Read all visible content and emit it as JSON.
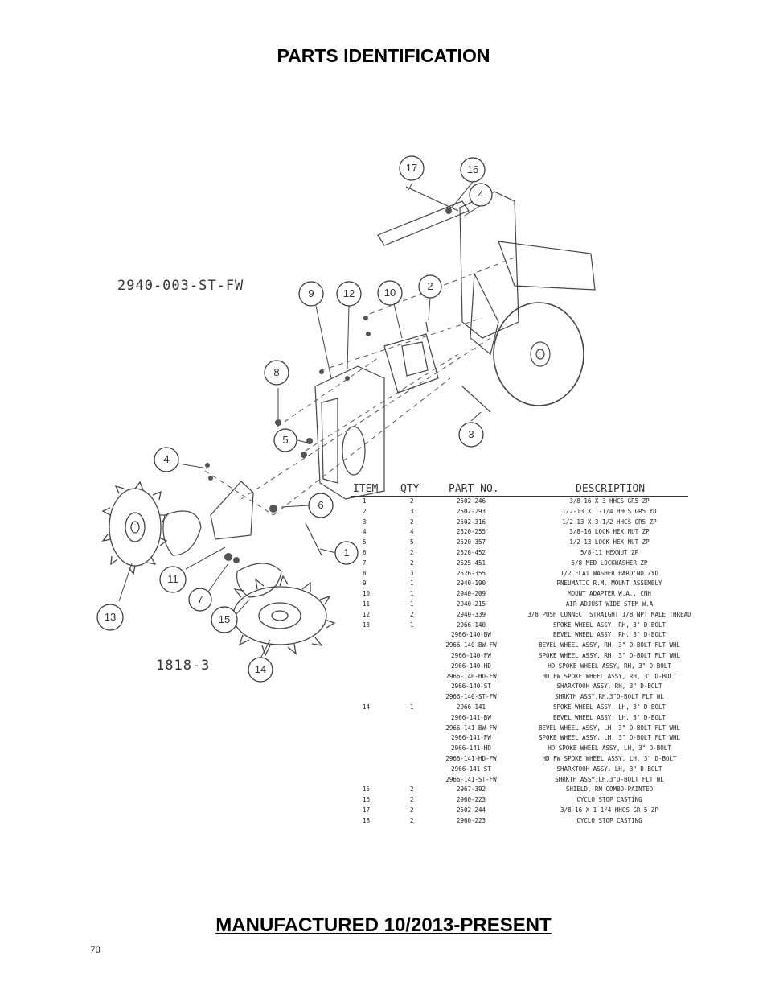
{
  "page": {
    "title": "PARTS IDENTIFICATION",
    "footer": "MANUFACTURED 10/2013-PRESENT",
    "page_number": "70"
  },
  "diagram": {
    "assembly_label": "2940-003-ST-FW",
    "drawing_number": "1818-3",
    "callouts": [
      "17",
      "16",
      "4",
      "9",
      "12",
      "10",
      "2",
      "8",
      "5",
      "3",
      "4",
      "6",
      "1",
      "11",
      "7",
      "13",
      "15",
      "14"
    ]
  },
  "parts_table": {
    "headers": {
      "item": "ITEM",
      "qty": "QTY",
      "part_no": "PART NO.",
      "description": "DESCRIPTION"
    },
    "rows": [
      {
        "item": "1",
        "qty": "2",
        "part": "2502-246",
        "desc": "3/8-16 X 3 HHCS GR5 ZP"
      },
      {
        "item": "2",
        "qty": "3",
        "part": "2502-293",
        "desc": "1/2-13 X 1-1/4 HHCS GR5 YD"
      },
      {
        "item": "3",
        "qty": "2",
        "part": "2502-316",
        "desc": "1/2-13 X 3-1/2 HHCS GR5 ZP"
      },
      {
        "item": "4",
        "qty": "4",
        "part": "2520-255",
        "desc": "3/8-16 LOCK HEX NUT ZP"
      },
      {
        "item": "5",
        "qty": "5",
        "part": "2520-357",
        "desc": "1/2-13 LOCK HEX NUT ZP"
      },
      {
        "item": "6",
        "qty": "2",
        "part": "2520-452",
        "desc": "5/8-11 HEXNUT ZP"
      },
      {
        "item": "7",
        "qty": "2",
        "part": "2525-451",
        "desc": "5/8 MED LOCKWASHER ZP"
      },
      {
        "item": "8",
        "qty": "3",
        "part": "2526-355",
        "desc": "1/2 FLAT WASHER HARD'ND ZYD"
      },
      {
        "item": "9",
        "qty": "1",
        "part": "2940-190",
        "desc": "PNEUMATIC R.M. MOUNT ASSEMBLY"
      },
      {
        "item": "10",
        "qty": "1",
        "part": "2940-209",
        "desc": "MOUNT ADAPTER W.A., CNH"
      },
      {
        "item": "11",
        "qty": "1",
        "part": "2940-215",
        "desc": "AIR ADJUST WIDE STEM W.A"
      },
      {
        "item": "12",
        "qty": "2",
        "part": "2940-339",
        "desc": "3/8 PUSH CONNECT STRAIGHT 1/8 NPT MALE THREAD"
      },
      {
        "item": "13",
        "qty": "1",
        "part": "2966-140",
        "desc": "SPOKE WHEEL ASSY, RH, 3\" D-BOLT"
      },
      {
        "item": "",
        "qty": "",
        "part": "2966-140-BW",
        "desc": "BEVEL WHEEL ASSY, RH, 3\" D-BOLT"
      },
      {
        "item": "",
        "qty": "",
        "part": "2966-140-BW-FW",
        "desc": "BEVEL WHEEL ASSY, RH, 3\" D-BOLT FLT WHL"
      },
      {
        "item": "",
        "qty": "",
        "part": "2966-140-FW",
        "desc": "SPOKE WHEEL ASSY, RH, 3\" D-BOLT FLT WHL"
      },
      {
        "item": "",
        "qty": "",
        "part": "2966-140-HD",
        "desc": "HD SPOKE WHEEL ASSY, RH, 3\" D-BOLT"
      },
      {
        "item": "",
        "qty": "",
        "part": "2966-140-HD-FW",
        "desc": "HD FW SPOKE WHEEL ASSY, RH, 3\" D-BOLT"
      },
      {
        "item": "",
        "qty": "",
        "part": "2966-140-ST",
        "desc": "SHARKTOOH ASSY, RH, 3\" D-BOLT"
      },
      {
        "item": "",
        "qty": "",
        "part": "2966-140-ST-FW",
        "desc": "SHRKTH ASSY,RH,3\"D-BOLT FLT WL"
      },
      {
        "item": "14",
        "qty": "1",
        "part": "2966-141",
        "desc": "SPOKE WHEEL ASSY, LH, 3\" D-BOLT"
      },
      {
        "item": "",
        "qty": "",
        "part": "2966-141-BW",
        "desc": "BEVEL WHEEL ASSY, LH, 3\" D-BOLT"
      },
      {
        "item": "",
        "qty": "",
        "part": "2966-141-BW-FW",
        "desc": "BEVEL WHEEL ASSY, LH, 3\" D-BOLT FLT WHL"
      },
      {
        "item": "",
        "qty": "",
        "part": "2966-141-FW",
        "desc": "SPOKE WHEEL ASSY, LH, 3\" D-BOLT FLT WHL"
      },
      {
        "item": "",
        "qty": "",
        "part": "2966-141-HD",
        "desc": "HD SPOKE WHEEL ASSY, LH, 3\" D-BOLT"
      },
      {
        "item": "",
        "qty": "",
        "part": "2966-141-HD-FW",
        "desc": "HD FW SPOKE WHEEL ASSY, LH, 3\" D-BOLT"
      },
      {
        "item": "",
        "qty": "",
        "part": "2966-141-ST",
        "desc": "SHARKTOOH ASSY, LH, 3\" D-BOLT"
      },
      {
        "item": "",
        "qty": "",
        "part": "2966-141-ST-FW",
        "desc": "SHRKTH ASSY,LH,3\"D-BOLT FLT WL"
      },
      {
        "item": "15",
        "qty": "2",
        "part": "2967-392",
        "desc": "SHIELD, RM COMBO-PAINTED"
      },
      {
        "item": "16",
        "qty": "2",
        "part": "2960-223",
        "desc": "CYCLO STOP CASTING"
      },
      {
        "item": "17",
        "qty": "2",
        "part": "2502-244",
        "desc": "3/8-16 X 1-1/4 HHCS GR 5 ZP"
      },
      {
        "item": "18",
        "qty": "2",
        "part": "2960-223",
        "desc": "CYCLO STOP CASTING"
      }
    ]
  }
}
